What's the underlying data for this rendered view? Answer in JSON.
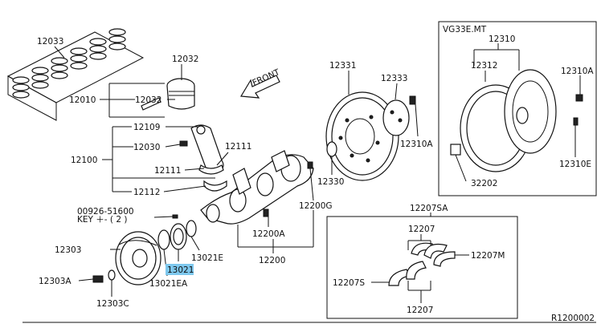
{
  "diagram": {
    "front_label": "FRONT",
    "variant_label": "VG33E.MT",
    "drawing_number": "R1200002"
  },
  "labels": {
    "l12033": "12033",
    "l12032a": "12032",
    "l12010": "12010",
    "l12032b": "12032",
    "l12109": "12109",
    "l12030": "12030",
    "l12100": "12100",
    "l12111a": "12111",
    "l12111b": "12111",
    "l12112": "12112",
    "l00926": "00926-51600",
    "lkey": "KEY ＋- ( 2 )",
    "l12303": "12303",
    "l12303a": "12303A",
    "l12303c": "12303C",
    "l13021": "13021",
    "l13021ea": "13021EA",
    "l13021e": "13021E",
    "l12331": "12331",
    "l12333": "12333",
    "l12310a_mid": "12310A",
    "l12330": "12330",
    "l12200g": "12200G",
    "l12200a": "12200A",
    "l12200": "12200",
    "l12310": "12310",
    "l12312": "12312",
    "l12310a_r": "12310A",
    "l12310e": "12310E",
    "l32202": "32202",
    "l12207sa": "12207SA",
    "l12207a": "12207",
    "l12207m": "12207M",
    "l12207s": "12207S",
    "l12207b": "12207"
  },
  "highlight_color": "#7ec8ee"
}
